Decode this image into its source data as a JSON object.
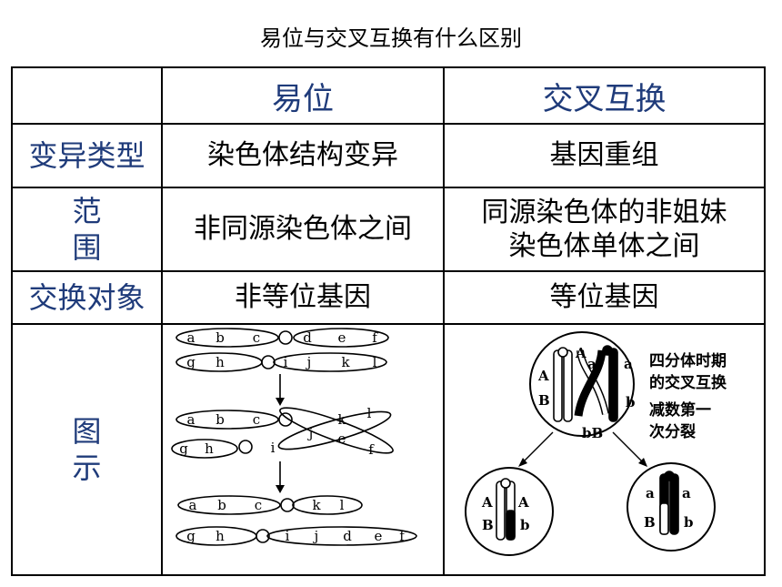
{
  "title": "易位与交叉互换有什么区别",
  "headers": {
    "translocation": "易位",
    "crossing_over": "交叉互换"
  },
  "rows": [
    {
      "label": "变异类型",
      "translocation": "染色体结构变异",
      "crossing_over": "基因重组"
    },
    {
      "label_lines": [
        "范",
        "围"
      ],
      "translocation": "非同源染色体之间",
      "crossing_over_lines": [
        "同源染色体的非姐妹",
        "染色体单体之间"
      ]
    },
    {
      "label": "交换对象",
      "translocation": "非等位基因",
      "crossing_over": "等位基因"
    },
    {
      "label_lines": [
        "图",
        "示"
      ]
    }
  ],
  "translocation_diagram": {
    "row1_top": [
      "a",
      "b",
      "c",
      "d",
      "e",
      "f"
    ],
    "row1_bottom": [
      "g",
      "h",
      "i",
      "j",
      "k",
      "l"
    ],
    "row2_top": [
      "a",
      "b",
      "c",
      "k",
      "l"
    ],
    "row2_cross": [
      "j",
      "e",
      "f"
    ],
    "row2_bottom": [
      "g",
      "h",
      "i"
    ],
    "row3_top": [
      "a",
      "b",
      "c",
      "k",
      "l"
    ],
    "row3_bottom": [
      "g",
      "h",
      "i",
      "j",
      "d",
      "e",
      "f"
    ]
  },
  "crossover_diagram": {
    "caption_lines": [
      "四分体时期",
      "的交叉互换",
      "减数第一",
      "次分裂"
    ],
    "top_labels": {
      "A_left": "A",
      "B_left": "B",
      "A_mid": "A",
      "a_mid": "a",
      "a_right": "a",
      "b_right": "b",
      "bB": "bB"
    },
    "left_cell": {
      "A1": "A",
      "B1": "B",
      "A2": "A",
      "b2": "b"
    },
    "right_cell": {
      "a1": "a",
      "a2": "a",
      "B1": "B",
      "b2": "b"
    }
  }
}
